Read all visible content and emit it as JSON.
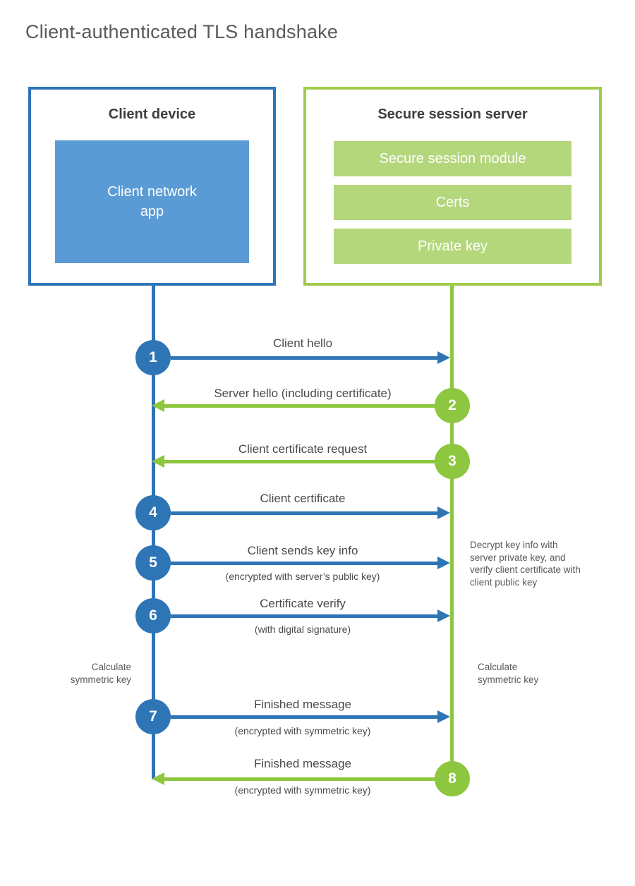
{
  "title": "Client-authenticated TLS handshake",
  "colors": {
    "blue_line": "#2e75b6",
    "blue_fill": "#5b9bd5",
    "green_line": "#8dc63f",
    "green_border": "#a1cb4c",
    "green_bar": "#b4d77c",
    "text_dark": "#4a4a4c",
    "text_gray": "#58595b"
  },
  "client": {
    "title": "Client device",
    "app_label": "Client network\napp"
  },
  "server": {
    "title": "Secure session server",
    "modules": [
      "Secure session module",
      "Certs",
      "Private key"
    ]
  },
  "messages": [
    {
      "num": "1",
      "label": "Client hello",
      "sub": "",
      "direction": "right",
      "color": "blue"
    },
    {
      "num": "2",
      "label": "Server hello (including certificate)",
      "sub": "",
      "direction": "left",
      "color": "green"
    },
    {
      "num": "3",
      "label": "Client certificate request",
      "sub": "",
      "direction": "left",
      "color": "green"
    },
    {
      "num": "4",
      "label": "Client certificate",
      "sub": "",
      "direction": "right",
      "color": "blue"
    },
    {
      "num": "5",
      "label": "Client sends key info",
      "sub": "(encrypted with server’s public key)",
      "direction": "right",
      "color": "blue"
    },
    {
      "num": "6",
      "label": "Certificate verify",
      "sub": "(with digital signature)",
      "direction": "right",
      "color": "blue"
    },
    {
      "num": "7",
      "label": "Finished message",
      "sub": "(encrypted with symmetric key)",
      "direction": "right",
      "color": "blue"
    },
    {
      "num": "8",
      "label": "Finished message",
      "sub": "(encrypted with symmetric key)",
      "direction": "left",
      "color": "green"
    }
  ],
  "notes": {
    "decrypt": "Decrypt key info with server private key, and verify client certificate with client public key",
    "calc_left": "Calculate symmetric key",
    "calc_right": "Calculate symmetric key"
  }
}
